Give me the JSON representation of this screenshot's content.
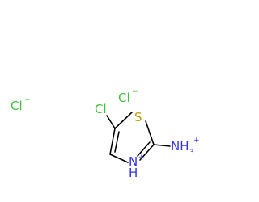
{
  "colors": {
    "chlorine": "#3fbf3f",
    "sulfur": "#b8a000",
    "nitrogen": "#3333ee",
    "bond": "#000000",
    "background": "#ffffff"
  },
  "molecule": {
    "counterions": [
      {
        "symbol": "Cl",
        "charge": "−"
      },
      {
        "symbol": "Cl",
        "charge": "−"
      }
    ],
    "ring": {
      "sulfur": {
        "symbol": "S"
      },
      "nitrogen": {
        "symbol": "N",
        "hydrogen": "H",
        "charge": "+"
      }
    },
    "substituents": {
      "chloro": {
        "symbol": "Cl"
      },
      "ammonium": {
        "symbol": "NH",
        "subscript": "3",
        "charge": "+"
      }
    }
  }
}
